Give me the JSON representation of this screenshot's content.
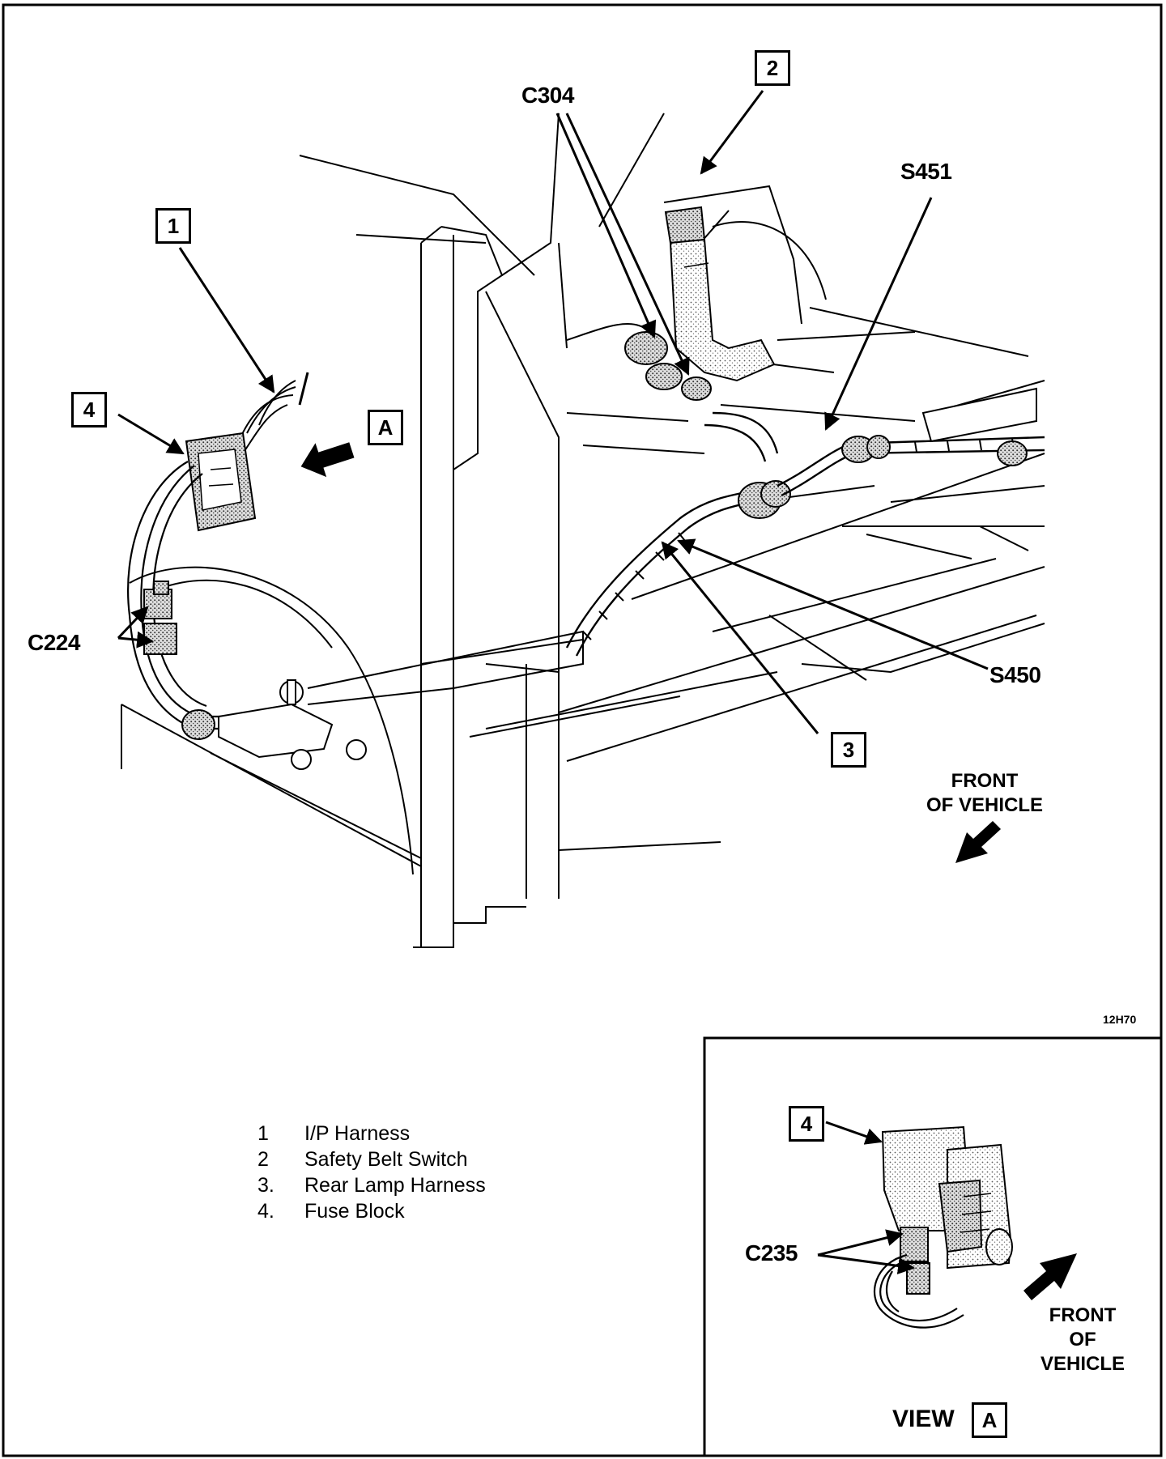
{
  "callouts": {
    "c1": "1",
    "c2": "2",
    "c3": "3",
    "c4": "4",
    "view_marker": "A",
    "inset_c4": "4",
    "inset_view_marker": "A"
  },
  "connectors": {
    "c304": "C304",
    "s451": "S451",
    "c224": "C224",
    "s450": "S450",
    "c235": "C235"
  },
  "front_of_vehicle_main": {
    "line1": "FRONT",
    "line2": "OF VEHICLE"
  },
  "front_of_vehicle_inset": {
    "line1": "FRONT",
    "line2": "OF",
    "line3": "VEHICLE"
  },
  "figure_code": "12H70",
  "view_label": "VIEW",
  "legend": [
    {
      "num": "1",
      "label": "I/P Harness"
    },
    {
      "num": "2",
      "label": "Safety Belt Switch"
    },
    {
      "num": "3.",
      "label": "Rear Lamp Harness"
    },
    {
      "num": "4.",
      "label": "Fuse Block"
    }
  ],
  "colors": {
    "ink": "#000000",
    "paper": "#ffffff",
    "stipple": "#9a9a9a"
  },
  "icons": [
    "arrow-icon",
    "front-arrow-icon",
    "seat-icon",
    "fuse-block-icon",
    "harness-icon"
  ]
}
